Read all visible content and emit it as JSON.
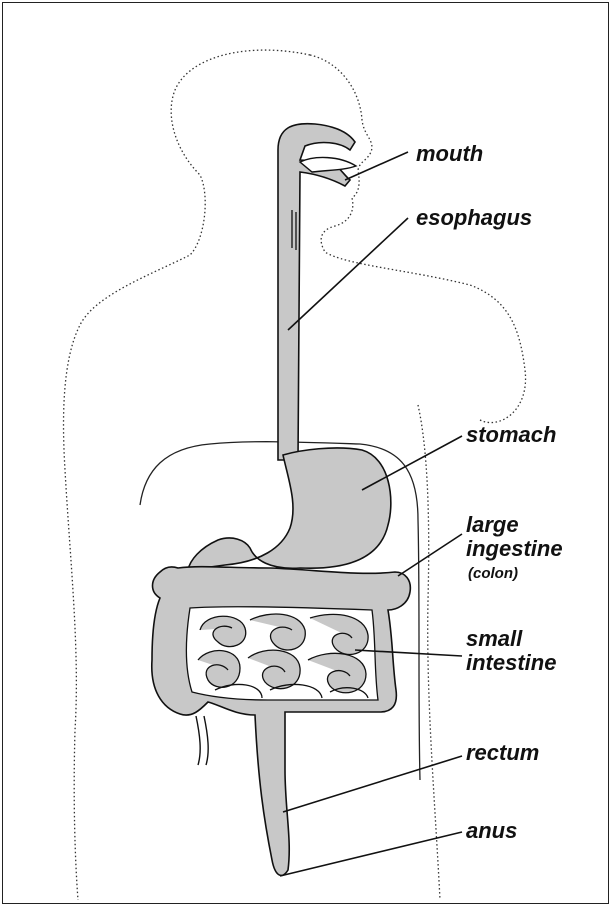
{
  "diagram": {
    "labels": {
      "mouth": "mouth",
      "esophagus": "esophagus",
      "stomach": "stomach",
      "large_line1": "large",
      "large_line2": "ingestine",
      "large_note": "(colon)",
      "small_line1": "small",
      "small_line2": "intestine",
      "rectum": "rectum",
      "anus": "anus"
    },
    "colors": {
      "organ_fill": "#c8c8c8",
      "outline": "#111111",
      "body_outline": "#333333"
    }
  }
}
